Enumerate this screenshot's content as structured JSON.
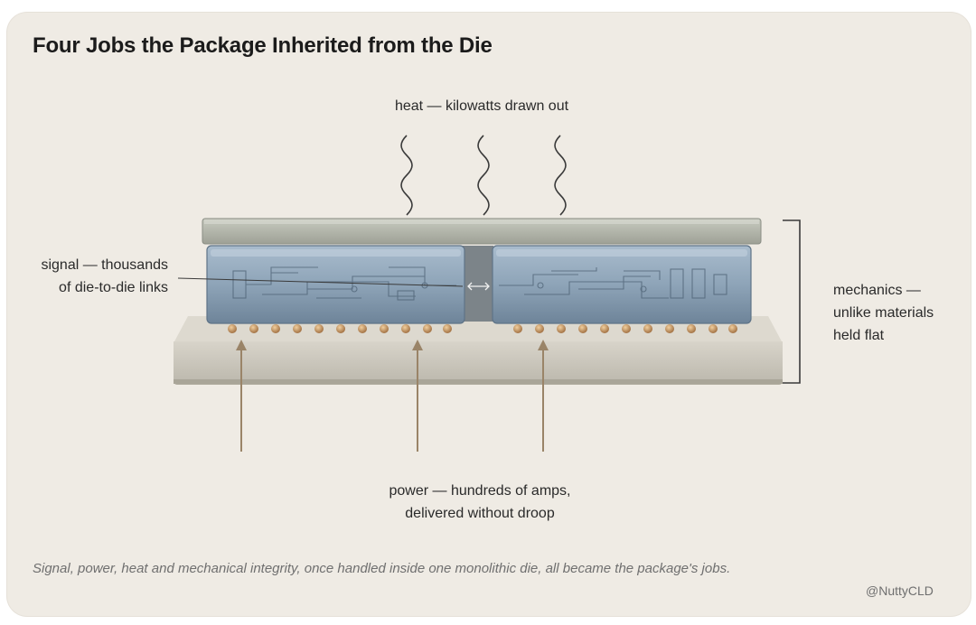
{
  "title": "Four Jobs the Package Inherited from the Die",
  "labels": {
    "heat": "heat — kilowatts drawn out",
    "signal_line1": "signal — thousands",
    "signal_line2": "of die-to-die links",
    "mechanics_line1": "mechanics —",
    "mechanics_line2": "unlike materials",
    "mechanics_line3": "held flat",
    "power_line1": "power — hundreds of amps,",
    "power_line2": "delivered without droop"
  },
  "caption": "Signal, power, heat and mechanical integrity, once handled inside one monolithic die, all became the package's jobs.",
  "credit": "@NuttyCLD",
  "icons": [
    "heat-wave-icon",
    "double-arrow-icon",
    "power-arrow-icon",
    "bracket-icon"
  ],
  "colors": {
    "background": "#efebe4",
    "lid": "#b7baaf",
    "die": "#8ea4b8",
    "substrate": "#cdc9be",
    "bump": "#b8875a",
    "power_arrow": "#9a8468"
  }
}
